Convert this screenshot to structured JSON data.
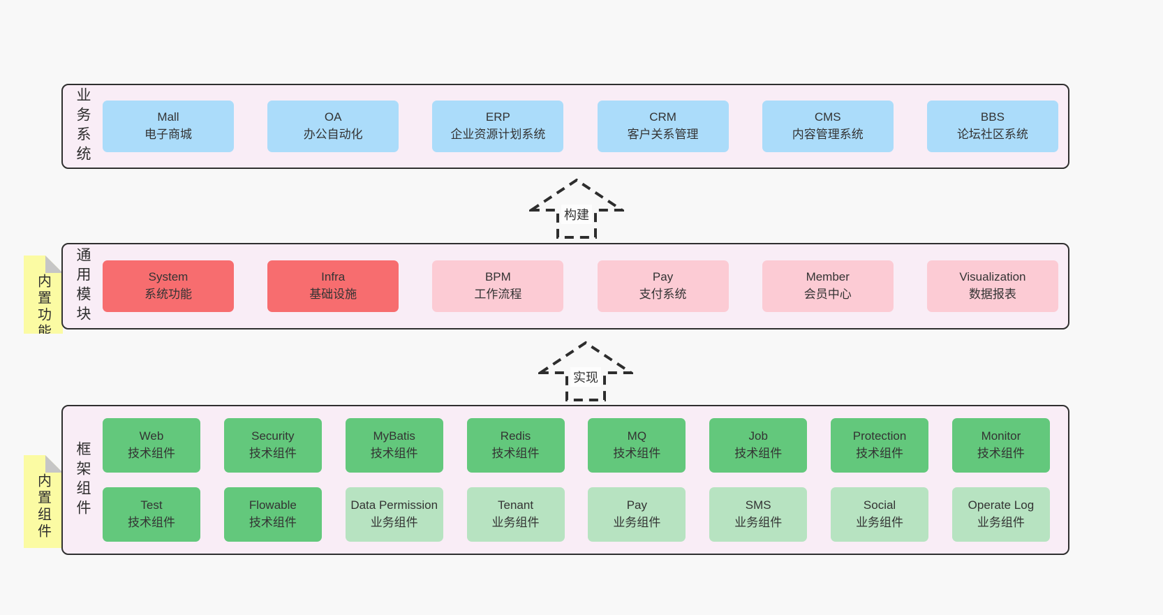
{
  "colors": {
    "page_bg": "#f8f8f8",
    "band_bg": "#f9edf6",
    "band_border": "#2f2f2f",
    "box_blue": "#abdcfa",
    "box_red": "#f76d6f",
    "box_pink": "#fccbd4",
    "box_green": "#63c87c",
    "box_light_green": "#b7e3c1",
    "note_yellow": "#fbfba3",
    "note_fold_gray": "#c6c6c6",
    "text": "#333333"
  },
  "arrows": [
    {
      "label": "构建"
    },
    {
      "label": "实现"
    }
  ],
  "bands": [
    {
      "label": "业务系统",
      "boxes": [
        {
          "name": "Mall",
          "desc": "电子商城"
        },
        {
          "name": "OA",
          "desc": "办公自动化"
        },
        {
          "name": "ERP",
          "desc": "企业资源计划系统"
        },
        {
          "name": "CRM",
          "desc": "客户关系管理"
        },
        {
          "name": "CMS",
          "desc": "内容管理系统"
        },
        {
          "name": "BBS",
          "desc": "论坛社区系统"
        }
      ]
    },
    {
      "label": "通用模块",
      "note": "内置功能",
      "boxes": [
        {
          "name": "System",
          "desc": "系统功能"
        },
        {
          "name": "Infra",
          "desc": "基础设施"
        },
        {
          "name": "BPM",
          "desc": "工作流程"
        },
        {
          "name": "Pay",
          "desc": "支付系统"
        },
        {
          "name": "Member",
          "desc": "会员中心"
        },
        {
          "name": "Visualization",
          "desc": "数据报表"
        }
      ]
    },
    {
      "label": "框架组件",
      "note": "内置组件",
      "rows": [
        [
          {
            "name": "Web",
            "desc": "技术组件"
          },
          {
            "name": "Security",
            "desc": "技术组件"
          },
          {
            "name": "MyBatis",
            "desc": "技术组件"
          },
          {
            "name": "Redis",
            "desc": "技术组件"
          },
          {
            "name": "MQ",
            "desc": "技术组件"
          },
          {
            "name": "Job",
            "desc": "技术组件"
          },
          {
            "name": "Protection",
            "desc": "技术组件"
          },
          {
            "name": "Monitor",
            "desc": "技术组件"
          }
        ],
        [
          {
            "name": "Test",
            "desc": "技术组件"
          },
          {
            "name": "Flowable",
            "desc": "技术组件"
          },
          {
            "name": "Data Permission",
            "desc": "业务组件"
          },
          {
            "name": "Tenant",
            "desc": "业务组件"
          },
          {
            "name": "Pay",
            "desc": "业务组件"
          },
          {
            "name": "SMS",
            "desc": "业务组件"
          },
          {
            "name": "Social",
            "desc": "业务组件"
          },
          {
            "name": "Operate Log",
            "desc": "业务组件"
          }
        ]
      ]
    }
  ]
}
